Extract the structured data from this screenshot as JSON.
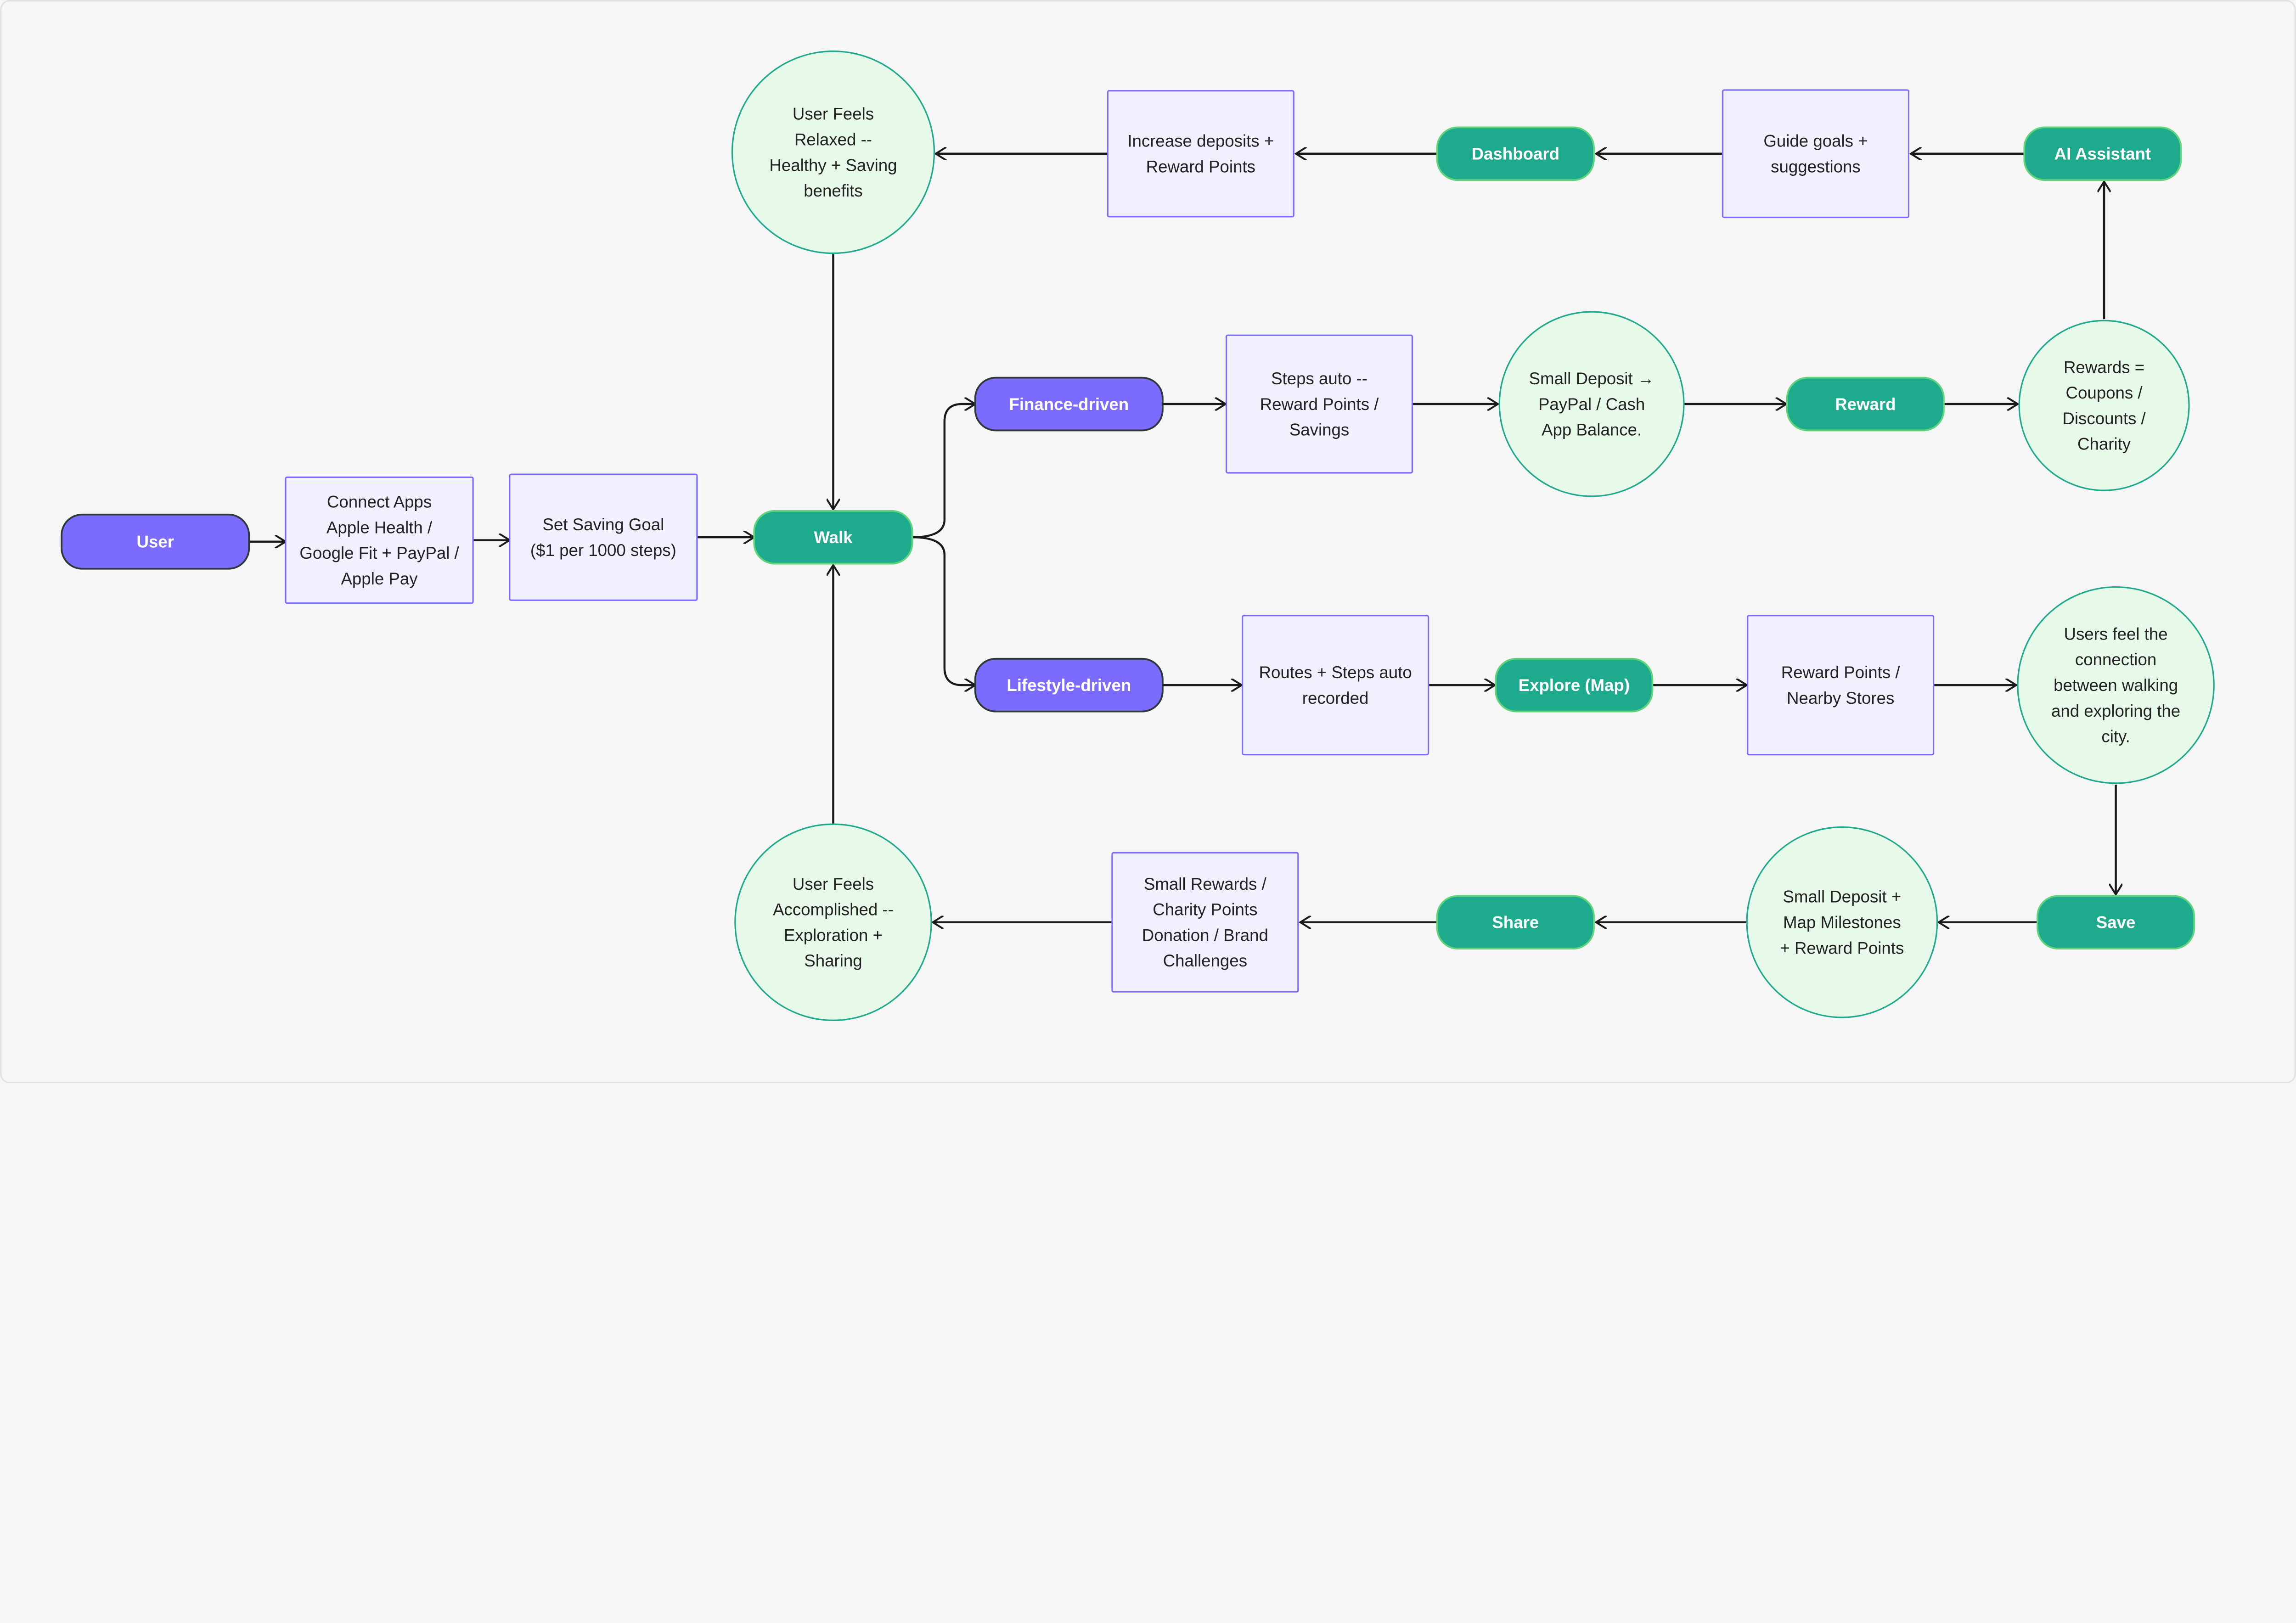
{
  "colors": {
    "background": "#f6f6f6",
    "purple_fill": "#7b6cff",
    "purple_border": "#2e3838",
    "green_fill": "#1eaa8c",
    "green_border": "#5fd47a",
    "box_fill": "#f1f0fe",
    "box_border": "#7b6cff",
    "circle_fill": "#e7f9e8",
    "circle_border": "#1eaa8c",
    "arrow": "#1a1a1a"
  },
  "nodes": {
    "user": {
      "type": "purple-pill",
      "lines": [
        "User"
      ]
    },
    "connect": {
      "type": "box",
      "lines": [
        "Connect Apps",
        "Apple Health /",
        "Google Fit + PayPal /",
        "Apple Pay"
      ]
    },
    "goal": {
      "type": "box",
      "lines": [
        "Set Saving Goal",
        "($1 per 1000 steps)"
      ]
    },
    "walk": {
      "type": "green-pill",
      "lines": [
        "Walk"
      ]
    },
    "finance": {
      "type": "purple-pill",
      "lines": [
        "Finance-driven"
      ]
    },
    "lifestyle": {
      "type": "purple-pill",
      "lines": [
        "Lifestyle-driven"
      ]
    },
    "steps": {
      "type": "box",
      "lines": [
        "Steps auto --",
        "Reward Points /",
        "Savings"
      ]
    },
    "deposit": {
      "type": "circle",
      "lines": [
        "Small Deposit →",
        "PayPal / Cash",
        "App Balance."
      ]
    },
    "reward": {
      "type": "green-pill",
      "lines": [
        "Reward"
      ]
    },
    "rewards": {
      "type": "circle",
      "lines": [
        "Rewards =",
        "Coupons /",
        "Discounts /",
        "Charity"
      ]
    },
    "ai": {
      "type": "green-pill",
      "lines": [
        "AI  Assistant"
      ]
    },
    "guide": {
      "type": "box",
      "lines": [
        "Guide goals +",
        "suggestions"
      ]
    },
    "dashboard": {
      "type": "green-pill",
      "lines": [
        "Dashboard"
      ]
    },
    "increase": {
      "type": "box",
      "lines": [
        "Increase deposits +",
        "Reward Points"
      ]
    },
    "relaxed": {
      "type": "circle",
      "lines": [
        "User Feels",
        "Relaxed --",
        "Healthy + Saving",
        "benefits"
      ]
    },
    "routes": {
      "type": "box",
      "lines": [
        "Routes + Steps auto",
        "recorded"
      ]
    },
    "explore": {
      "type": "green-pill",
      "lines": [
        "Explore (Map)"
      ]
    },
    "nearby": {
      "type": "box",
      "lines": [
        "Reward Points /",
        "Nearby Stores"
      ]
    },
    "connection": {
      "type": "circle",
      "lines": [
        "Users feel the",
        "connection",
        "between walking",
        "and exploring the",
        "city."
      ]
    },
    "save": {
      "type": "green-pill",
      "lines": [
        "Save"
      ]
    },
    "milestones": {
      "type": "circle",
      "lines": [
        "Small Deposit +",
        "Map Milestones",
        "+ Reward Points"
      ]
    },
    "share": {
      "type": "green-pill",
      "lines": [
        "Share"
      ]
    },
    "smallrewards": {
      "type": "box",
      "lines": [
        "Small Rewards /",
        "Charity Points",
        "Donation / Brand",
        "Challenges"
      ]
    },
    "accomplished": {
      "type": "circle",
      "lines": [
        "User Feels",
        "Accomplished --",
        "Exploration +",
        "Sharing"
      ]
    }
  },
  "edges": [
    [
      "user",
      "connect"
    ],
    [
      "connect",
      "goal"
    ],
    [
      "goal",
      "walk"
    ],
    [
      "walk",
      "finance"
    ],
    [
      "walk",
      "lifestyle"
    ],
    [
      "finance",
      "steps"
    ],
    [
      "steps",
      "deposit"
    ],
    [
      "deposit",
      "reward"
    ],
    [
      "reward",
      "rewards"
    ],
    [
      "rewards",
      "ai"
    ],
    [
      "ai",
      "guide"
    ],
    [
      "guide",
      "dashboard"
    ],
    [
      "dashboard",
      "increase"
    ],
    [
      "increase",
      "relaxed"
    ],
    [
      "relaxed",
      "walk"
    ],
    [
      "lifestyle",
      "routes"
    ],
    [
      "routes",
      "explore"
    ],
    [
      "explore",
      "nearby"
    ],
    [
      "nearby",
      "connection"
    ],
    [
      "connection",
      "save"
    ],
    [
      "save",
      "milestones"
    ],
    [
      "milestones",
      "share"
    ],
    [
      "share",
      "smallrewards"
    ],
    [
      "smallrewards",
      "accomplished"
    ],
    [
      "accomplished",
      "walk"
    ]
  ]
}
